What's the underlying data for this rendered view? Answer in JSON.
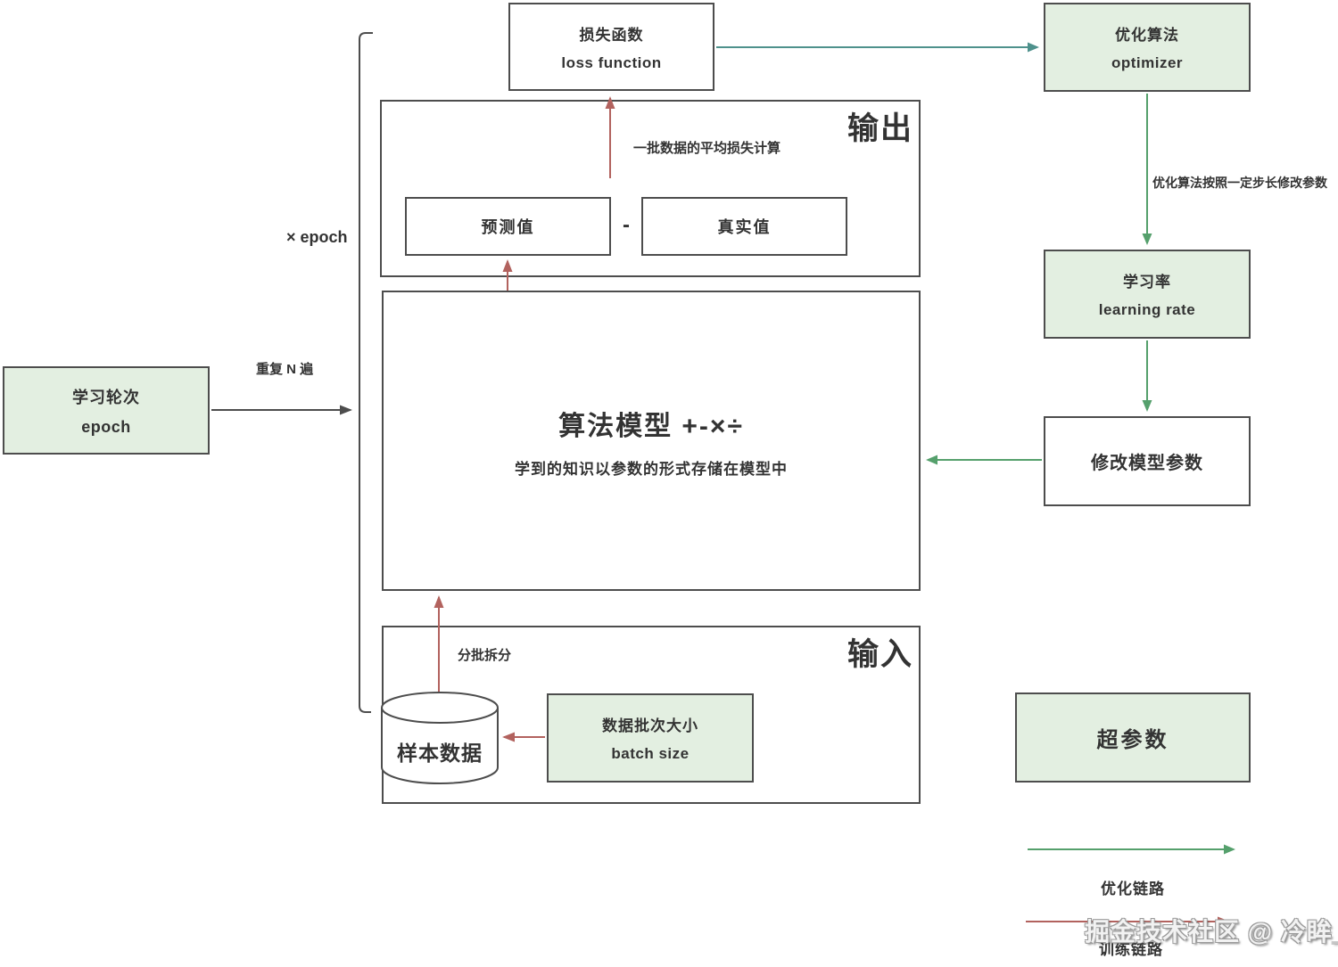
{
  "colors": {
    "canvas_bg": "#ffffff",
    "box_border": "#4d4d4d",
    "green_fill": "#e3efe1",
    "text": "#333333",
    "optimize_link": "#55a06c",
    "optimize_link_teal": "#4e918c",
    "train_link": "#b2625e",
    "flow_link": "#4d4d4d",
    "watermark_fill": "#f2f2f2"
  },
  "nodes": {
    "loss_function": {
      "zh": "损失函数",
      "en": "loss function"
    },
    "optimizer": {
      "zh": "优化算法",
      "en": "optimizer"
    },
    "learning_rate": {
      "zh": "学习率",
      "en": "learning rate"
    },
    "modify_model_params": {
      "zh": "修改模型参数"
    },
    "epoch": {
      "zh": "学习轮次",
      "en": "epoch"
    },
    "batch_size": {
      "zh": "数据批次大小",
      "en": "batch size"
    },
    "hyperparameters": {
      "zh": "超参数"
    },
    "model": {
      "zh": "算法模型 +-×÷",
      "note": "学到的知识以参数的形式存储在模型中"
    },
    "predicted_value": {
      "zh": "预测值"
    },
    "true_value": {
      "zh": "真实值"
    },
    "sample_data": {
      "zh": "样本数据"
    }
  },
  "sections": {
    "output": "输出",
    "input": "输入"
  },
  "annotations": {
    "avg_batch_loss": "一批数据的平均损失计算",
    "optimizer_step": "优化算法按照一定步长修改参数",
    "repeat_n_times": "重复 N 遍",
    "times_epoch": "× epoch",
    "split_into_batches": "分批拆分",
    "minus_operator": "-"
  },
  "legend": {
    "optimize_link_label": "优化链路",
    "train_link_label": "训练链路"
  },
  "watermark": "掘金技术社区 @ 冷眸_"
}
